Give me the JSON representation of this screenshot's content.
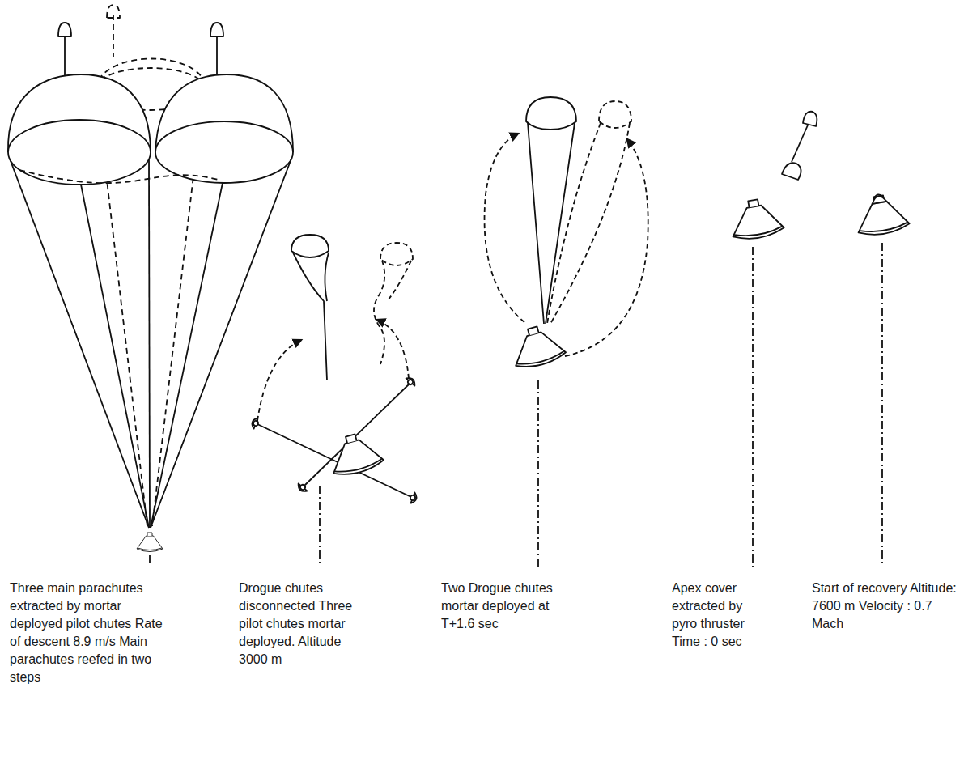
{
  "diagram": {
    "labels": [
      "Three main parachutes extracted by mortar deployed pilot chutes Rate of descent 8.9 m/s Main parachutes reefed in two steps",
      "Drogue chutes disconnected Three pilot chutes mortar deployed. Altitude 3000 m",
      "Two Drogue chutes mortar deployed at T+1.6 sec",
      "Apex cover extracted by pyro thruster Time : 0 sec",
      "Start of recovery Altitude: 7600 m Velocity : 0.7 Mach"
    ]
  }
}
